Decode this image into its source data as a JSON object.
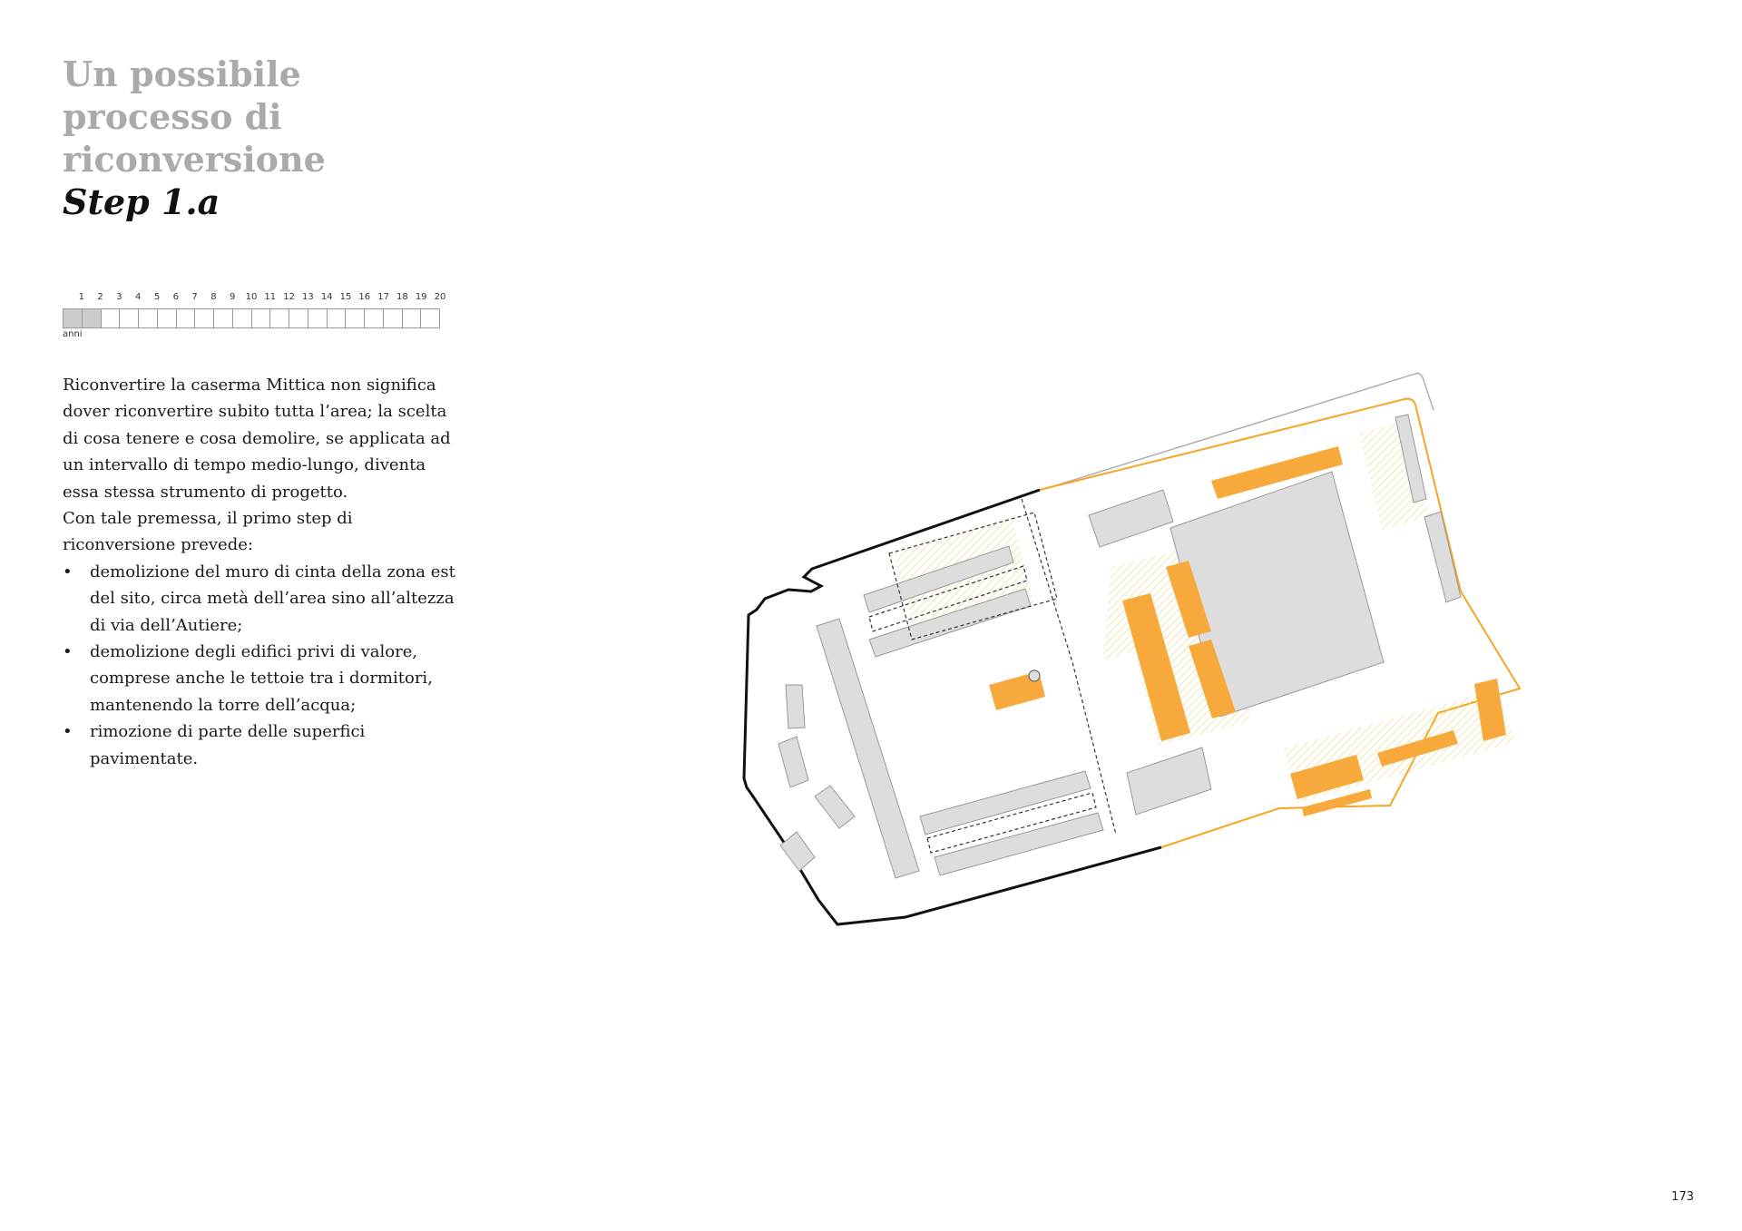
{
  "title": {
    "lines": [
      "Un possibile",
      "processo di",
      "riconversione"
    ],
    "step": "Step 1.a"
  },
  "timeline": {
    "years": [
      "1",
      "2",
      "3",
      "4",
      "5",
      "6",
      "7",
      "8",
      "9",
      "10",
      "11",
      "12",
      "13",
      "14",
      "15",
      "16",
      "17",
      "18",
      "19",
      "20"
    ],
    "filled_years": 2,
    "unit": "anni"
  },
  "body": {
    "paragraph1": "Riconvertire la caserma Mittica non significa dover riconvertire subito tutta l’area; la scelta di cosa tenere e cosa demolire, se applicata ad un intervallo di tempo medio-lungo, diventa essa stessa strumento di progetto.",
    "paragraph2": "Con tale premessa, il primo step di riconversione prevede:",
    "bullets": [
      "demolizione del muro di cinta della zona est del sito, circa metà dell’area sino all’altezza di via dell’Autiere;",
      "demolizione degli edifici privi di valore, comprese anche le tettoie tra i dormitori, mantenendo la torre dell’acqua;",
      "rimozione di parte delle superfici pavimentate."
    ]
  },
  "plan": {
    "colors": {
      "boundary": "#111111",
      "new_boundary": "#f5a623",
      "building": "#dddddd",
      "building_stroke": "#999999",
      "demolition": "#f7a93b",
      "hatch": "#ecd98a"
    }
  },
  "page_number": "173"
}
